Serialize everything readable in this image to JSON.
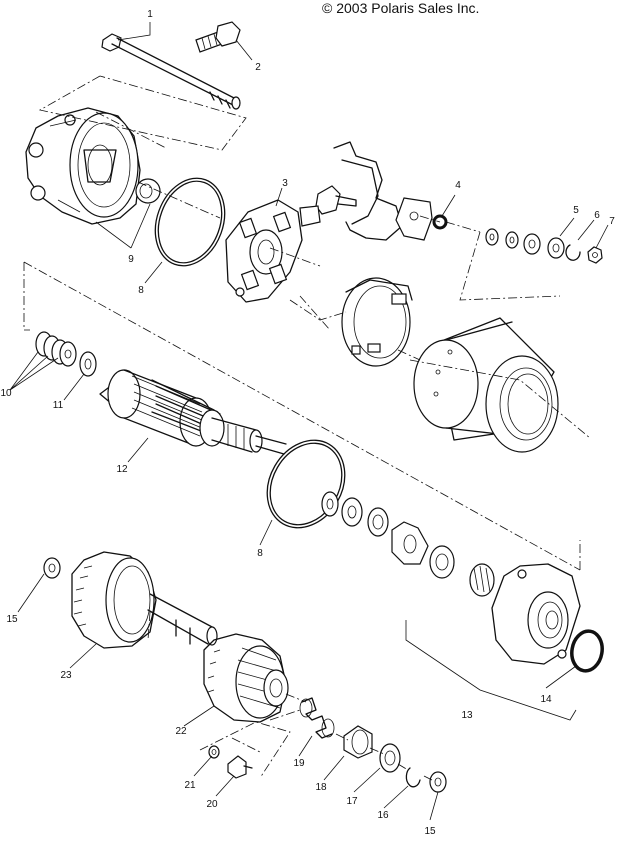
{
  "copyright": "© 2003 Polaris Sales Inc.",
  "callouts": [
    "1",
    "2",
    "3",
    "4",
    "5",
    "6",
    "7",
    "8",
    "9",
    "10",
    "11",
    "12",
    "8",
    "13",
    "14",
    "15",
    "23",
    "22",
    "21",
    "20",
    "19",
    "18",
    "17",
    "16",
    "15"
  ]
}
